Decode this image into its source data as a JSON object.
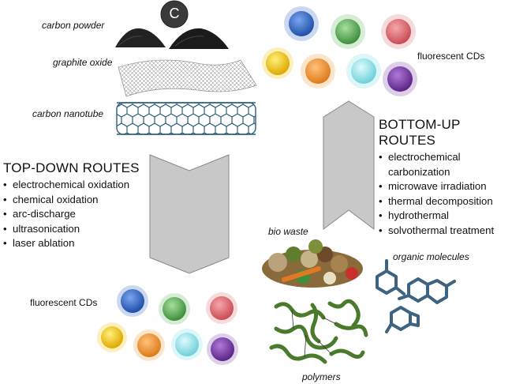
{
  "carbon_symbol": "C",
  "labels": {
    "carbon_powder": "carbon powder",
    "graphite_oxide": "graphite oxide",
    "carbon_nanotube": "carbon nanotube",
    "fluorescent_cds_top": "fluorescent CDs",
    "fluorescent_cds_bottom": "fluorescent CDs",
    "bio_waste": "bio waste",
    "organic_molecules": "organic molecules",
    "polymers": "polymers"
  },
  "top_down": {
    "title": "TOP-DOWN ROUTES",
    "items": [
      "electrochemical oxidation",
      "chemical oxidation",
      "arc-discharge",
      "ultrasonication",
      "laser ablation"
    ]
  },
  "bottom_up": {
    "title": "BOTTOM-UP ROUTES",
    "items": [
      "electrochemical",
      "carbonization",
      "microwave irradiation",
      "thermal decomposition",
      "hydrothermal",
      "solvothermal treatment"
    ]
  },
  "colors": {
    "blue": "#2f64c4",
    "green": "#5eb25a",
    "red": "#e06c74",
    "yellow": "#f2c500",
    "orange": "#f09a2e",
    "cyan": "#8ee3ea",
    "purple": "#7a3fa8",
    "arrow": "#c8c8c8",
    "polymer": "#4a7a2c",
    "molecule": "#3e6380"
  }
}
